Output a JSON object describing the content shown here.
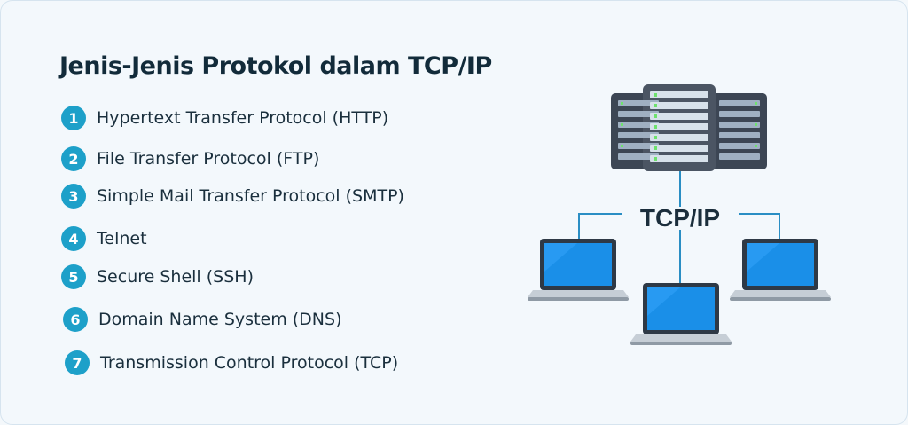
{
  "title": "Jenis-Jenis Protokol dalam TCP/IP",
  "protocols": [
    {
      "number": "1",
      "label": "Hypertext Transfer Protocol (HTTP)"
    },
    {
      "number": "2",
      "label": "File Transfer Protocol (FTP)"
    },
    {
      "number": "3",
      "label": "Simple Mail Transfer Protocol (SMTP)"
    },
    {
      "number": "4",
      "label": "Telnet"
    },
    {
      "number": "5",
      "label": "Secure Shell (SSH)"
    },
    {
      "number": "6",
      "label": "Domain Name System (DNS)"
    },
    {
      "number": "7",
      "label": "Transmission Control Protocol (TCP)"
    }
  ],
  "diagram": {
    "hub_label": "TCP/IP",
    "icons": [
      "server-rack-icon",
      "laptop-icon"
    ]
  },
  "colors": {
    "badge": "#1da0c9",
    "title": "#122b3a",
    "server_body": "#3c4654",
    "screen": "#1a8fe8",
    "connector": "#2a8ec4"
  }
}
